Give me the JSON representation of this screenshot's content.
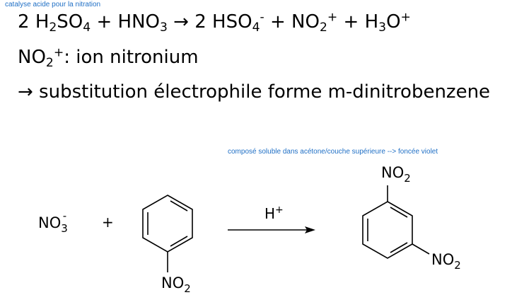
{
  "notes": {
    "top": "catalyse acide pour la nitration",
    "product": "composé soluble dans acétone/couche supérieure --> foncée violet"
  },
  "equation": {
    "coef_left": "2",
    "h2so4": {
      "a": "H",
      "b": "2",
      "c": "SO",
      "d": "4"
    },
    "plus": "+",
    "hno3": {
      "a": "HNO",
      "b": "3"
    },
    "arrow": "→",
    "coef_right": "2",
    "hso4": {
      "a": "HSO",
      "b": "4",
      "c": "-"
    },
    "no2plus": {
      "a": "NO",
      "b": "2",
      "c": "+"
    },
    "h3o": {
      "a": "H",
      "b": "3",
      "c": "O",
      "d": "+"
    }
  },
  "nitronium_line": {
    "a": "NO",
    "b": "2",
    "c": "+",
    "rest": ": ion nitronium"
  },
  "mechanism_line": "→ substitution électrophile forme m-dinitrobenzene",
  "scheme": {
    "nitrate": {
      "a": "NO",
      "b": "3",
      "c": "-"
    },
    "plus": "+",
    "reactant_label": {
      "a": "NO",
      "b": "2"
    },
    "catalyst": {
      "a": "H",
      "b": "+"
    },
    "product_top": {
      "a": "NO",
      "b": "2"
    },
    "product_right": {
      "a": "NO",
      "b": "2"
    }
  }
}
